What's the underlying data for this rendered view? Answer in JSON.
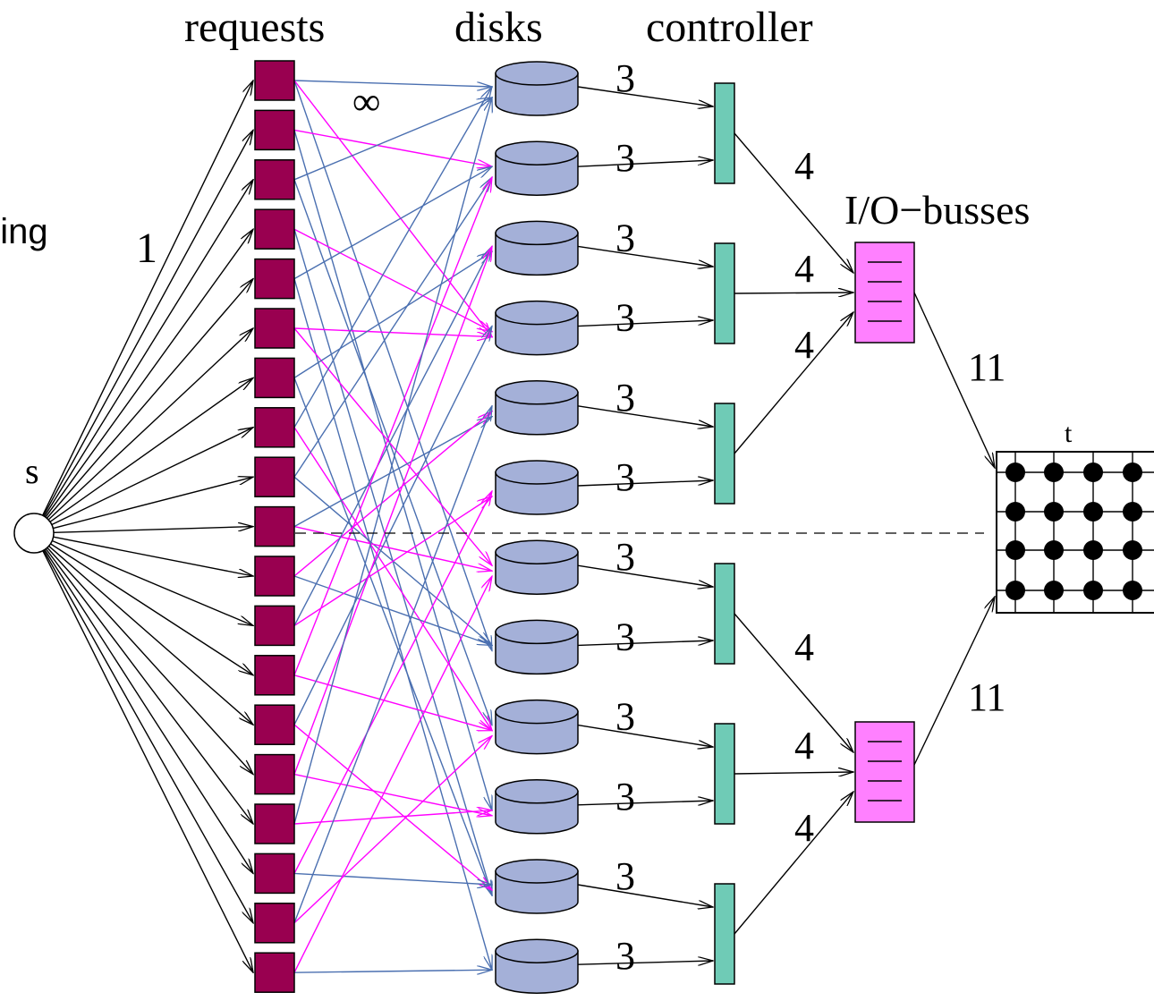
{
  "headers": {
    "requests": "requests",
    "disks": "disks",
    "controller": "controller",
    "io_busses": "I/O−busses"
  },
  "side_label": "hing",
  "source_label": "s",
  "sink_label": "t",
  "capacities": {
    "source_edge": "1",
    "request_disk": "∞",
    "disk_controller": "3",
    "controller_bus": "4",
    "bus_sink": "11"
  },
  "counts": {
    "requests": 19,
    "disks": 12,
    "controllers": 6,
    "busses": 2
  },
  "request_edges": [
    {
      "from": 0,
      "to": 0,
      "kind": "blue"
    },
    {
      "from": 0,
      "to": 7,
      "kind": "blue"
    },
    {
      "from": 0,
      "to": 3,
      "kind": "magenta"
    },
    {
      "from": 1,
      "to": 1,
      "kind": "magenta"
    },
    {
      "from": 1,
      "to": 9,
      "kind": "blue"
    },
    {
      "from": 2,
      "to": 0,
      "kind": "blue"
    },
    {
      "from": 2,
      "to": 8,
      "kind": "blue"
    },
    {
      "from": 3,
      "to": 3,
      "kind": "magenta"
    },
    {
      "from": 3,
      "to": 10,
      "kind": "blue"
    },
    {
      "from": 4,
      "to": 1,
      "kind": "blue"
    },
    {
      "from": 4,
      "to": 11,
      "kind": "blue"
    },
    {
      "from": 5,
      "to": 3,
      "kind": "magenta"
    },
    {
      "from": 5,
      "to": 6,
      "kind": "magenta"
    },
    {
      "from": 6,
      "to": 2,
      "kind": "blue"
    },
    {
      "from": 6,
      "to": 10,
      "kind": "blue"
    },
    {
      "from": 7,
      "to": 0,
      "kind": "blue"
    },
    {
      "from": 7,
      "to": 8,
      "kind": "magenta"
    },
    {
      "from": 8,
      "to": 1,
      "kind": "blue"
    },
    {
      "from": 8,
      "to": 7,
      "kind": "blue"
    },
    {
      "from": 9,
      "to": 6,
      "kind": "magenta"
    },
    {
      "from": 9,
      "to": 4,
      "kind": "blue"
    },
    {
      "from": 10,
      "to": 7,
      "kind": "blue"
    },
    {
      "from": 10,
      "to": 4,
      "kind": "magenta"
    },
    {
      "from": 11,
      "to": 5,
      "kind": "magenta"
    },
    {
      "from": 11,
      "to": 2,
      "kind": "blue"
    },
    {
      "from": 12,
      "to": 8,
      "kind": "magenta"
    },
    {
      "from": 12,
      "to": 1,
      "kind": "magenta"
    },
    {
      "from": 13,
      "to": 3,
      "kind": "blue"
    },
    {
      "from": 13,
      "to": 10,
      "kind": "magenta"
    },
    {
      "from": 14,
      "to": 9,
      "kind": "magenta"
    },
    {
      "from": 14,
      "to": 2,
      "kind": "magenta"
    },
    {
      "from": 15,
      "to": 9,
      "kind": "magenta"
    },
    {
      "from": 15,
      "to": 0,
      "kind": "blue"
    },
    {
      "from": 16,
      "to": 10,
      "kind": "blue"
    },
    {
      "from": 16,
      "to": 5,
      "kind": "magenta"
    },
    {
      "from": 17,
      "to": 8,
      "kind": "magenta"
    },
    {
      "from": 17,
      "to": 4,
      "kind": "blue"
    },
    {
      "from": 18,
      "to": 11,
      "kind": "blue"
    },
    {
      "from": 18,
      "to": 6,
      "kind": "magenta"
    }
  ],
  "colors": {
    "request_fill": "#990050",
    "disk_fill": "#a4b0d8",
    "controller_fill": "#6fcbb6",
    "bus_fill": "#ff80ff",
    "edge_blue": "#4a6fb0",
    "edge_magenta": "#ff00ff",
    "edge_black": "#000000"
  }
}
